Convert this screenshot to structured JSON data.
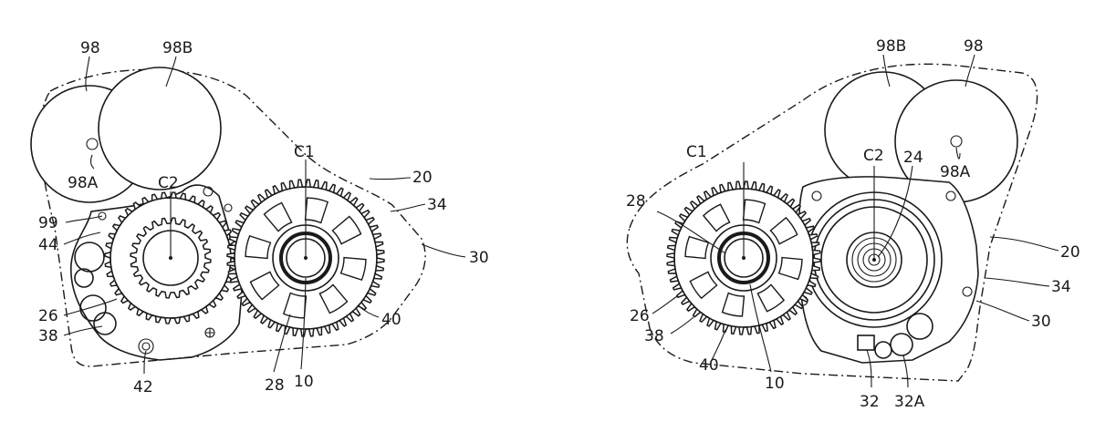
{
  "labels": {
    "left": {
      "l98": "98",
      "l98B": "98B",
      "l98A": "98A",
      "lC2": "C2",
      "lC1": "C1",
      "l20": "20",
      "l34": "34",
      "l30": "30",
      "l99": "99",
      "l44": "44",
      "l26": "26",
      "l38": "38",
      "l42": "42",
      "l28": "28",
      "l10": "10",
      "l40": "40"
    },
    "right": {
      "l98B": "98B",
      "l98": "98",
      "l98A": "98A",
      "lC1": "C1",
      "lC2": "C2",
      "l24": "24",
      "l28": "28",
      "l26": "26",
      "l38": "38",
      "l40": "40",
      "l10": "10",
      "l20": "20",
      "l34": "34",
      "l30": "30",
      "l32": "32",
      "l32A": "32A"
    }
  }
}
